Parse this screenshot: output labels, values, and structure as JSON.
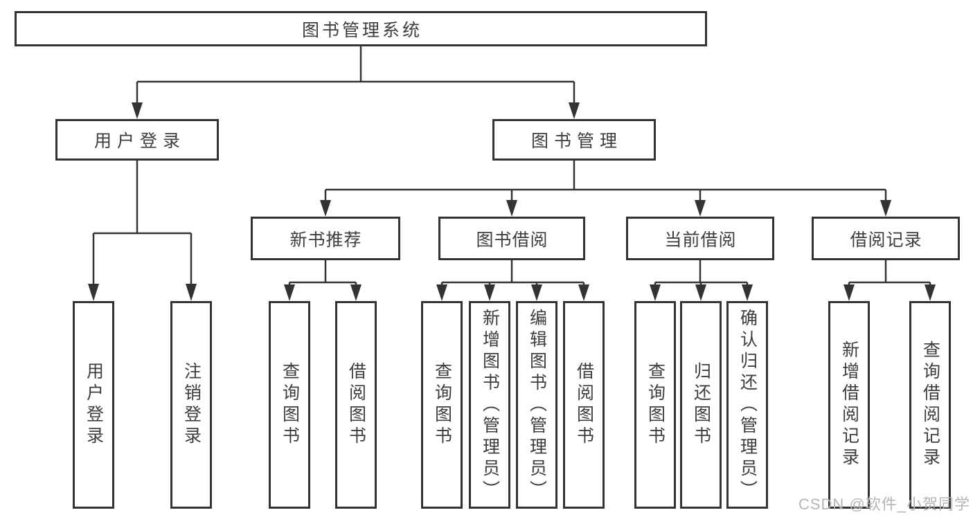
{
  "tree": {
    "label": "图书管理系统",
    "children": [
      {
        "label": "用户登录",
        "children": [
          {
            "label": "用户登录"
          },
          {
            "label": "注销登录"
          }
        ]
      },
      {
        "label": "图书管理",
        "children": [
          {
            "label": "新书推荐",
            "children": [
              {
                "label": "查询图书"
              },
              {
                "label": "借阅图书"
              }
            ]
          },
          {
            "label": "图书借阅",
            "children": [
              {
                "label": "查询图书"
              },
              {
                "label": "新增图书（管理员）"
              },
              {
                "label": "编辑图书（管理员）"
              },
              {
                "label": "借阅图书"
              }
            ]
          },
          {
            "label": "当前借阅",
            "children": [
              {
                "label": "查询图书"
              },
              {
                "label": "归还图书"
              },
              {
                "label": "确认归还（管理员）"
              }
            ]
          },
          {
            "label": "借阅记录",
            "children": [
              {
                "label": "新增借阅记录"
              },
              {
                "label": "查询借阅记录"
              }
            ]
          }
        ]
      }
    ]
  },
  "watermark": {
    "text": "CSDN @软件_小贺同学"
  },
  "colors": {
    "line": "#333333",
    "text": "#3d3d3d",
    "box_background": "#ffffff",
    "watermark": "#b5b5b5"
  }
}
